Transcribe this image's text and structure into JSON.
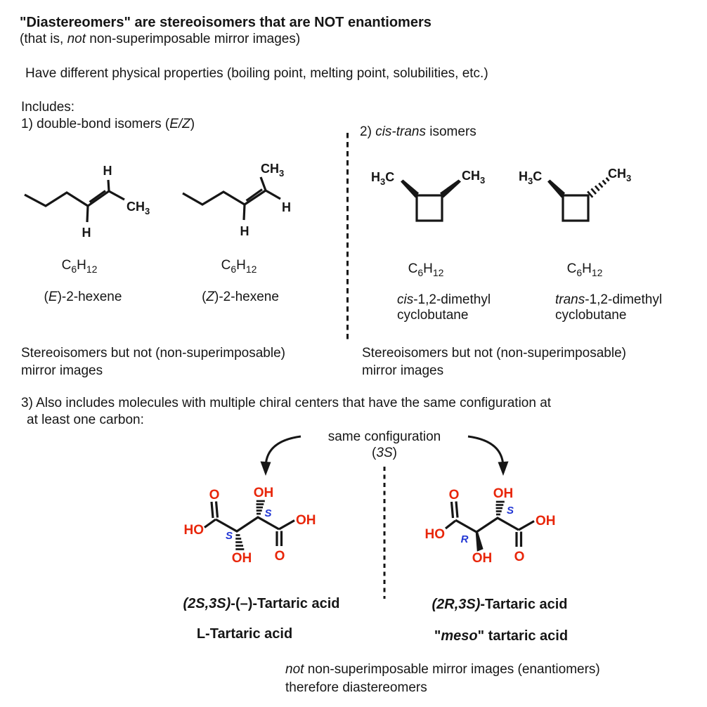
{
  "header": {
    "title": "\"Diastereomers\" are stereoisomers that are NOT enantiomers",
    "subtitle_pre": "(that is, ",
    "subtitle_italic": "not",
    "subtitle_post": " non-superimposable mirror images)",
    "properties": "Have different physical properties (boiling point, melting point, solubilities, etc.)",
    "includes_label": "Includes:"
  },
  "sections": {
    "double_bond": {
      "heading_pre": "1) double-bond isomers (",
      "heading_italic": "E/Z",
      "heading_post": ")",
      "mol1_name_pre": "(",
      "mol1_name_italic": "E",
      "mol1_name_post": ")-2-hexene",
      "mol2_name_pre": "(",
      "mol2_name_italic": "Z",
      "mol2_name_post": ")-2-hexene",
      "footer_line1": "Stereoisomers but not (non-superimposable)",
      "footer_line2": "mirror images"
    },
    "cis_trans": {
      "heading_pre": "2) ",
      "heading_italic": "cis-trans",
      "heading_post": " isomers",
      "mol1_name_italic": "cis",
      "mol1_name_post": "-1,2-dimethyl",
      "mol1_name_line2": "cyclobutane",
      "mol2_name_italic": "trans",
      "mol2_name_post": "-1,2-dimethyl",
      "mol2_name_line2": "cyclobutane",
      "footer_line1": "Stereoisomers but not (non-superimposable)",
      "footer_line2": "mirror images"
    },
    "chiral_centers": {
      "heading_line1": "3) Also includes molecules with multiple chiral centers that have the same configuration at",
      "heading_line2": "at least one carbon:",
      "annotation_line1": "same configuration",
      "annotation_pre": "(",
      "annotation_italic": "3S",
      "annotation_post": ")",
      "left_name_italic": "(2S,3S)",
      "left_name_post": "-(–)-Tartaric acid",
      "left_name2": "L-Tartaric acid",
      "right_name_italic": "(2R,3S)",
      "right_name_post": "-Tartaric acid",
      "right_name2_pre": "\"",
      "right_name2_italic": "meso",
      "right_name2_post": "\" tartaric acid",
      "footer_italic": "not",
      "footer_post": " non-superimposable mirror images (enantiomers)",
      "footer_line2": "therefore diastereomers"
    }
  },
  "atoms": {
    "h": "H",
    "o": "O",
    "oh": "OH",
    "ho": "HO",
    "s": "S",
    "r": "R",
    "ch3": [
      "CH",
      "3"
    ],
    "h3c": [
      "H",
      "3",
      "C"
    ],
    "formula": [
      "C",
      "6",
      "H",
      "12"
    ]
  },
  "colors": {
    "heteroatom_red": "#e8260a",
    "stereocenter_blue": "#2136d4",
    "bond_black": "#161616",
    "background": "#ffffff"
  }
}
